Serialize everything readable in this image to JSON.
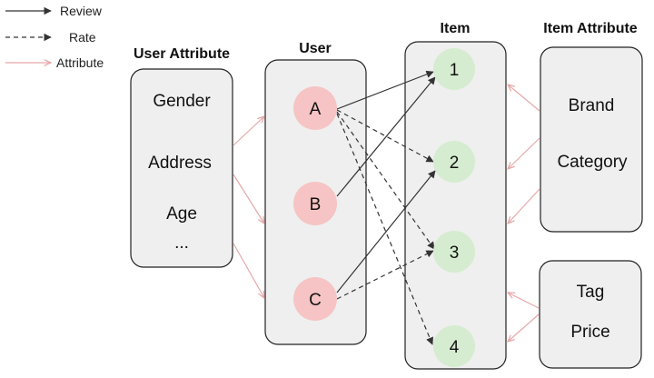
{
  "legend": [
    {
      "label": "Review",
      "style": "solid",
      "color": "#333333"
    },
    {
      "label": "Rate",
      "style": "dashed",
      "color": "#333333"
    },
    {
      "label": "Attribute",
      "style": "solid",
      "color": "#e6a8a8"
    }
  ],
  "groups": {
    "user_attribute": {
      "title": "User Attribute",
      "items": [
        "Gender",
        "Address",
        "Age",
        "..."
      ]
    },
    "user": {
      "title": "User",
      "nodes": [
        "A",
        "B",
        "C"
      ]
    },
    "item": {
      "title": "Item",
      "nodes": [
        "1",
        "2",
        "3",
        "4"
      ]
    },
    "item_attribute": {
      "title": "Item Attribute",
      "box1": [
        "Brand",
        "Category"
      ],
      "box2": [
        "Tag",
        "Price"
      ]
    }
  },
  "colors": {
    "user_node": "#f6c4c4",
    "item_node": "#d5ecd0",
    "box_fill": "#efefef",
    "attribute_arrow": "#e6a8a8",
    "edge": "#333333"
  },
  "edges": [
    {
      "from": "A",
      "to": "1",
      "type": "review"
    },
    {
      "from": "B",
      "to": "1",
      "type": "review"
    },
    {
      "from": "C",
      "to": "2",
      "type": "review"
    },
    {
      "from": "A",
      "to": "2",
      "type": "rate"
    },
    {
      "from": "A",
      "to": "3",
      "type": "rate"
    },
    {
      "from": "A",
      "to": "4",
      "type": "rate"
    },
    {
      "from": "C",
      "to": "3",
      "type": "rate"
    }
  ]
}
